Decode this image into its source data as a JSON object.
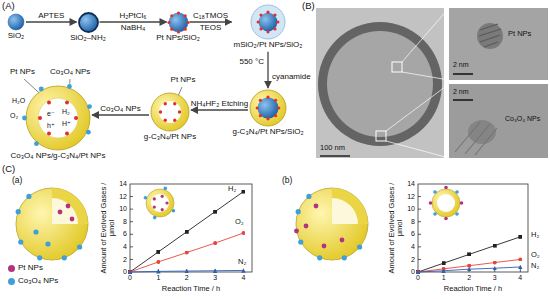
{
  "diagram": {
    "nodes": [
      {
        "text": [
          "SiO₂"
        ]
      },
      {
        "text": [
          "SiO₂–NH₂"
        ]
      },
      {
        "text": [
          "Pt NPs/SiO₂"
        ]
      },
      {
        "text": [
          "mSiO₂/Pt NPs/SiO₂"
        ]
      },
      {
        "text": [
          "g-C₃N₄/Pt NPs/SiO₂"
        ]
      },
      {
        "text": [
          "g-C₃N₄/Pt NPs"
        ]
      },
      {
        "text": [
          "Co₃O₄ NPs/g-C₃N₄/Pt NPs"
        ]
      }
    ],
    "edges": [
      {
        "from": 0,
        "to": 1,
        "arrow": "to",
        "label": "APTES"
      },
      {
        "from": 1,
        "to": 2,
        "arrow": "to",
        "label": "H₂PtCl₆"
      },
      {
        "from": 2,
        "to": 3,
        "arrow": "to",
        "label": "C₁₈TMOS"
      },
      {
        "from": 3,
        "to": 4,
        "arrow": "to",
        "label": "550 °C"
      },
      {
        "from": 4,
        "to": 5,
        "arrow": "to",
        "label": "NH₄HF₂ Etching"
      },
      {
        "from": 5,
        "to": 6,
        "arrow": "to",
        "label": "Co₃O₄ NPs"
      }
    ],
    "labels": [
      "(A)",
      "NaBH₄",
      "TEOS",
      "cyanamide",
      "Pt NPs",
      "Pt NPs",
      "Co₃O₄ NPs",
      "H₂O",
      "O₂",
      "e⁻",
      "h⁺",
      "H₂",
      "H⁺",
      "(B)",
      "100 nm",
      "2 nm",
      "Pt NPs",
      "2 nm",
      "Co₃O₄ NPs",
      "(C)",
      "(a)",
      "Amount of Evolved Gases / μmol",
      "Reaction Time / h",
      "H₂",
      "O₂",
      "N₂",
      "(b)",
      "Amount of Evolved Gases / μmol",
      "Reaction Time / h",
      "H₂",
      "O₂",
      "N₂",
      "0",
      "2",
      "4",
      "6",
      "8",
      "10",
      "12",
      "14",
      "0",
      "1",
      "2",
      "3",
      "4",
      "0",
      "2",
      "4",
      "6",
      "8",
      "10",
      "12",
      "14",
      "0",
      "1",
      "2",
      "3",
      "4"
    ],
    "legend": [
      {
        "text": "Pt NPs",
        "color": "#b2337f"
      },
      {
        "text": "Co₃O₄ NPs",
        "color": "#3f9fd9"
      }
    ]
  }
}
